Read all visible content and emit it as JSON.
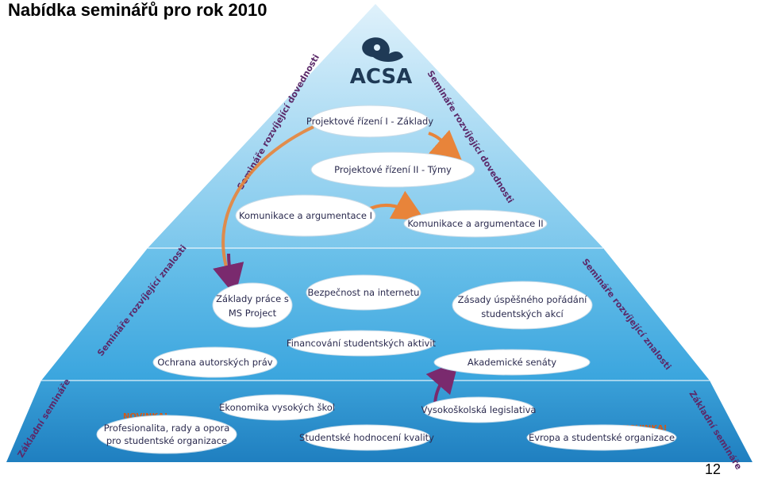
{
  "page_title": "Nabídka seminářů pro rok 2010",
  "page_number": "12",
  "logo": {
    "text": "ACSA",
    "icon": "acsa-swirl-logo"
  },
  "side_labels": {
    "top_left": "Semináře rozvíjející dovednosti",
    "top_right": "Semináře rozvíjející dovednosti",
    "middle_left": "Semináře rozvíjející znalosti",
    "middle_right": "Semináře rozvíjející znalosti",
    "bottom_left": "Základní semináře",
    "bottom_right": "Základní semináře"
  },
  "skills_tier": {
    "projektove_1": "Projektové řízení I - Základy",
    "projektove_2": "Projektové řízení II - Týmy",
    "komunikace_1": "Komunikace a argumentace I",
    "komunikace_2": "Komunikace a argumentace II"
  },
  "knowledge_tier": {
    "ms_project_line1": "Základy práce s",
    "ms_project_line2": "MS Project",
    "bezpecnost": "Bezpečnost na internetu",
    "zasady_line1": "Zásady úspěšného pořádání",
    "zasady_line2": "studentských akcí",
    "financovani": "Financování studentských aktivit",
    "ochrana": "Ochrana autorských práv",
    "akademicke": "Akademické senáty"
  },
  "basic_tier": {
    "novinka_left": "NOVINKA!",
    "profesionalita_line1": "Profesionalita, rady a opora",
    "profesionalita_line2": "pro studentské organizace",
    "ekonomika": "Ekonomika vysokých škol",
    "hodnoceni": "Studentské hodnocení kvality",
    "legislativa": "Vysokoškolská legislativa",
    "novinka_right": "NOVINKA!",
    "evropa": "Evropa a studentské organizace"
  },
  "colors": {
    "tier_top": "#9fd3ee",
    "tier_middle": "#4fb3e3",
    "tier_bottom": "#2a8cc8",
    "arrow_orange": "#e8843a",
    "arrow_purple": "#7a2a6e"
  }
}
